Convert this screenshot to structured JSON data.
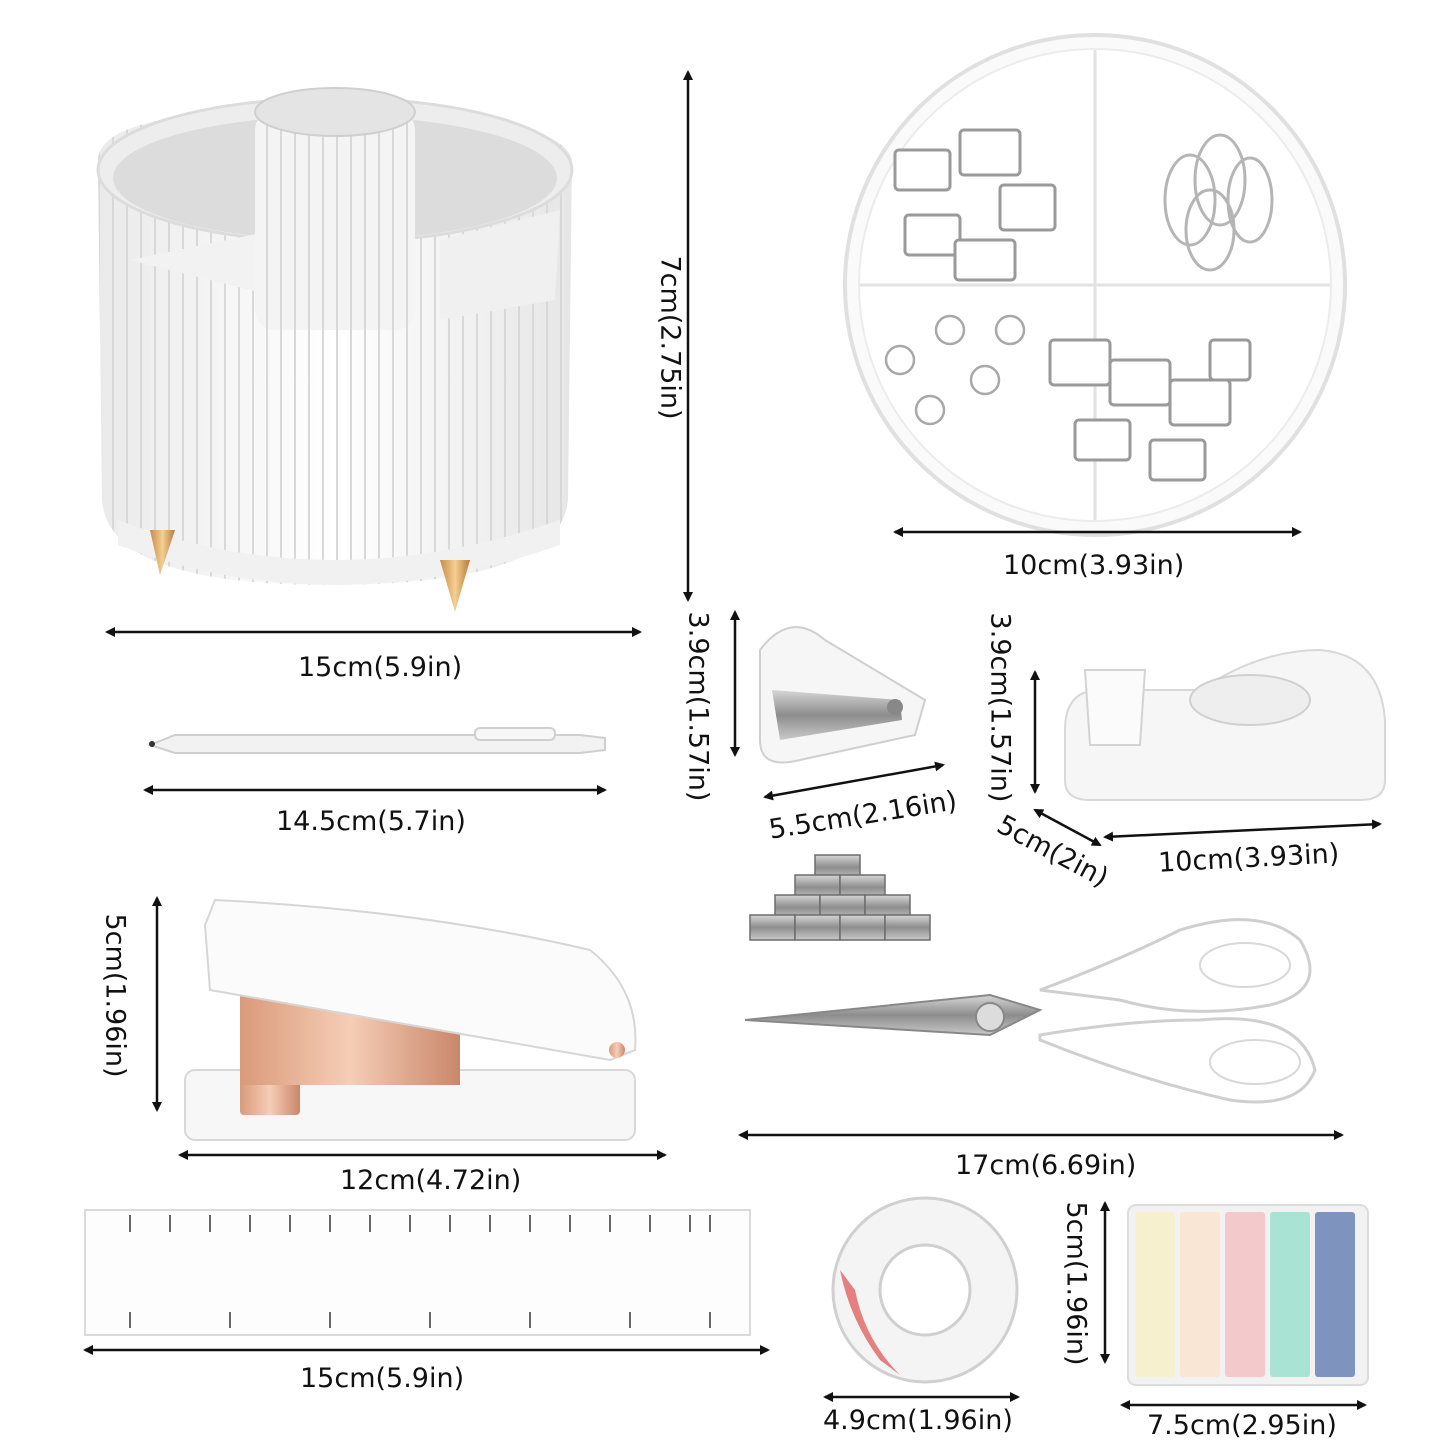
{
  "products": {
    "organizer": {
      "width": "15cm(5.9in)",
      "height": "7cm(2.75in)"
    },
    "clip_box": {
      "width": "10cm(3.93in)"
    },
    "pen": {
      "length": "14.5cm(5.7in)"
    },
    "staple_remover": {
      "height": "3.9cm(1.57in)",
      "length": "5.5cm(2.16in)"
    },
    "tape_dispenser": {
      "height": "3.9cm(1.57in)",
      "depth": "5cm(2in)",
      "length": "10cm(3.93in)"
    },
    "stapler": {
      "height": "5cm(1.96in)",
      "length": "12cm(4.72in)"
    },
    "scissors": {
      "length": "17cm(6.69in)"
    },
    "ruler": {
      "length": "15cm(5.9in)"
    },
    "tape_roll": {
      "width": "4.9cm(1.96in)"
    },
    "sticky_tabs": {
      "height": "5cm(1.96in)",
      "width": "7.5cm(2.95in)",
      "colors": [
        "#f7f0cf",
        "#f9e6d4",
        "#f4c9cc",
        "#a8e3d3",
        "#7f93bf"
      ]
    }
  },
  "colors": {
    "accent_gold": "#d9a062",
    "rose_gold": "#e3a88a",
    "line": "#111111"
  }
}
